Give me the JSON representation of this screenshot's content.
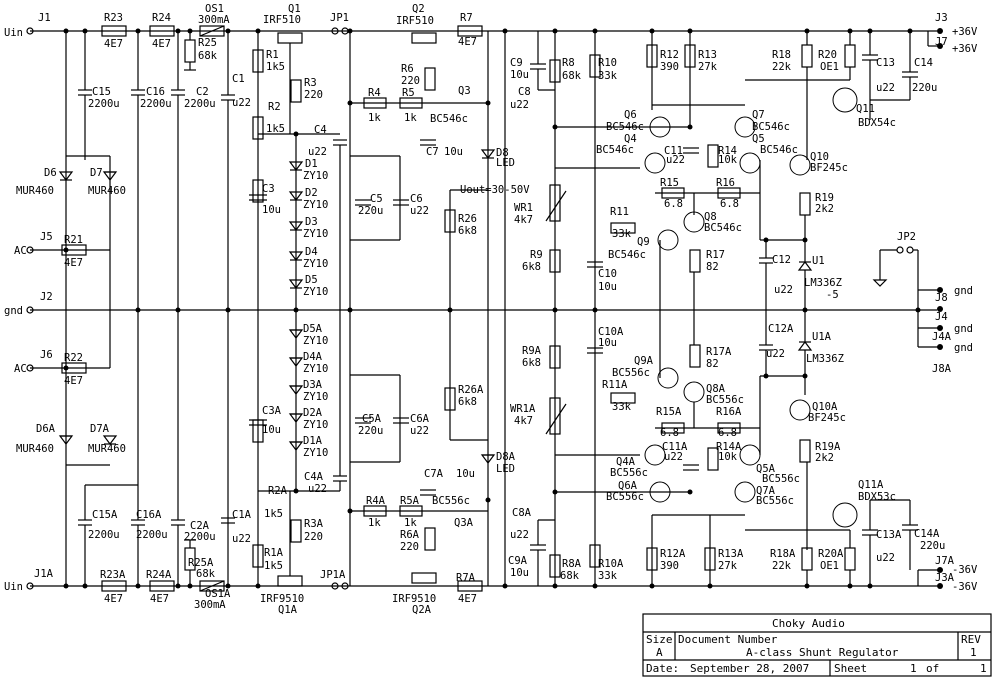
{
  "title_block": {
    "company": "Choky Audio",
    "size_label": "Size",
    "size_value": "A",
    "docnum_label": "Document Number",
    "doc_title": "A-class Shunt Regulator",
    "rev_label": "REV",
    "rev_value": "1",
    "date_label": "Date:",
    "date_value": "September 28, 2007",
    "sheet_label": "Sheet",
    "sheet_value": "1",
    "of_label": "of",
    "of_value": "1"
  },
  "connectors": {
    "j1": "J1",
    "uin_top": "Uin",
    "j1a": "J1A",
    "uin_bot": "Uin",
    "j5": "J5",
    "ac1": "AC",
    "j2": "J2",
    "gnd_left": "gnd",
    "j6": "J6",
    "ac2": "AC",
    "j3": "J3",
    "plus36a": "+36V",
    "j7": "J7",
    "plus36b": "+36V",
    "jp2": "JP2",
    "j8": "J8",
    "gnd_r1": "gnd",
    "j4": "J4",
    "gnd_r2": "gnd",
    "j4a": "J4A",
    "gnd_r3": "gnd",
    "j8a": "J8A",
    "j7a": "J7A",
    "minus36a": "-36V",
    "j3a": "J3A",
    "minus36b": "-36V",
    "jp1": "JP1",
    "jp1a": "JP1A",
    "uout": "Uout=30-50V"
  },
  "components": {
    "r23": "R23",
    "r23v": "4E7",
    "r24": "R24",
    "r24v": "4E7",
    "os1": "OS1",
    "os1v": "300mA",
    "r25": "R25",
    "r25v": "68k",
    "c15": "C15",
    "c15v": "2200u",
    "c16": "C16",
    "c16v": "2200u",
    "c2": "C2",
    "c2v": "2200u",
    "c1": "C1",
    "c1v": "u22",
    "d6": "D6",
    "d6v": "MUR460",
    "d7": "D7",
    "d7v": "MUR460",
    "r21": "R21",
    "r21v": "4E7",
    "r22": "R22",
    "r22v": "4E7",
    "d6a": "D6A",
    "d6av": "MUR460",
    "d7a": "D7A",
    "d7av": "MUR460",
    "c15a": "C15A",
    "c15av": "2200u",
    "c16a": "C16A",
    "c16av": "2200u",
    "c2a": "C2A",
    "c2av": "2200u",
    "c1a": "C1A",
    "c1av": "u22",
    "r25a": "R25A",
    "r25av": "68k",
    "r23a": "R23A",
    "r23av": "4E7",
    "r24a": "R24A",
    "r24av": "4E7",
    "os1a": "OS1A",
    "os1av": "300mA",
    "q1": "Q1",
    "q1v": "IRF510",
    "r1": "R1",
    "r1v": "1k5",
    "r2": "R2",
    "r2v": "1k5",
    "r3": "R3",
    "r3v": "220",
    "c3": "C3",
    "c3v": "10u",
    "c4": "C4",
    "c4v": "u22",
    "d1": "D1",
    "d2": "D2",
    "d3": "D3",
    "d4": "D4",
    "d5": "D5",
    "zy": "ZY10",
    "d5a": "D5A",
    "d4a": "D4A",
    "d3a": "D3A",
    "d2a": "D2A",
    "d1a": "D1A",
    "c3a": "C3A",
    "c3av": "10u",
    "c4a": "C4A",
    "c4av": "u22",
    "r2a": "R2A",
    "r2av": "1k5",
    "r3a": "R3A",
    "r3av": "220",
    "r1a": "R1A",
    "r1av": "1k5",
    "q1a": "Q1A",
    "q1av": "IRF9510",
    "q2": "Q2",
    "q2v": "IRF510",
    "r7": "R7",
    "r7v": "4E7",
    "r6": "R6",
    "r6v": "220",
    "q3": "Q3",
    "q3v": "BC546c",
    "r4": "R4",
    "r4v": "1k",
    "r5": "R5",
    "r5v": "1k",
    "c7": "C7",
    "c7v": "10u",
    "d8": "D8",
    "d8v": "LED",
    "c5": "C5",
    "c5v": "220u",
    "c6": "C6",
    "c6v": "u22",
    "r26": "R26",
    "r26v": "6k8",
    "r26a": "R26A",
    "r26av": "6k8",
    "c5a": "C5A",
    "c5av": "220u",
    "c6a": "C6A",
    "c6av": "u22",
    "d8a": "D8A",
    "d8av": "LED",
    "c7a": "C7A",
    "c7av": "10u",
    "r4a": "R4A",
    "r4av": "1k",
    "r5a": "R5A",
    "r5av": "1k",
    "q3a": "Q3A",
    "q3av": "BC556c",
    "r6a": "R6A",
    "r6av": "220",
    "q2a": "Q2A",
    "q2av": "IRF9510",
    "r7a": "R7A",
    "r7av": "4E7",
    "c9": "C9",
    "c9v": "10u",
    "c8": "C8",
    "c8v": "u22",
    "r8": "R8",
    "r8v": "68k",
    "r10": "R10",
    "r10v": "33k",
    "wr1": "WR1",
    "wr1v": "4k7",
    "r9": "R9",
    "r9v": "6k8",
    "c10": "C10",
    "c10v": "10u",
    "c10a": "C10A",
    "c10av": "10u",
    "r9a": "R9A",
    "r9av": "6k8",
    "wr1a": "WR1A",
    "wr1av": "4k7",
    "c8a": "C8A",
    "c8av": "u22",
    "c9a": "C9A",
    "c9av": "10u",
    "r8a": "R8A",
    "r8av": "68k",
    "r10a": "R10A",
    "r10av": "33k",
    "r12": "R12",
    "r12v": "390",
    "r13": "R13",
    "r13v": "27k",
    "r18": "R18",
    "r18v": "22k",
    "r20": "R20",
    "r20v": "OE1",
    "c13": "C13",
    "c13v": "u22",
    "c14": "C14",
    "c14v": "220u",
    "q6": "Q6",
    "q6v": "BC546c",
    "q4": "Q4",
    "q4v": "BC546c",
    "q7": "Q7",
    "q7v": "BC546c",
    "q5": "Q5",
    "q5v": "BC546c",
    "q11": "Q11",
    "q11v": "BDX54c",
    "c11": "C11",
    "c11v": "u22",
    "r14": "R14",
    "r14v": "10k",
    "r15": "R15",
    "r15v": "6.8",
    "r16": "R16",
    "r16v": "6.8",
    "q10": "Q10",
    "q10v": "BF245c",
    "r19": "R19",
    "r19v": "2k2",
    "r11": "R11",
    "r11v": "33k",
    "q8": "Q8",
    "q8v": "BC546c",
    "q9": "Q9",
    "q9v": "BC546c",
    "r17": "R17",
    "r17v": "82",
    "c12": "C12",
    "c12v": "u22",
    "u1": "U1",
    "u1v": "LM336Z",
    "u1n": "-5",
    "u1a": "U1A",
    "u1av": "LM336Z",
    "c12a": "C12A",
    "c12av": "u22",
    "q9a": "Q9A",
    "q9av": "BC556c",
    "r17a": "R17A",
    "r17av": "82",
    "r11a": "R11A",
    "r11av": "33k",
    "q8a": "Q8A",
    "q8av": "BC556c",
    "q10a": "Q10A",
    "q10av": "BF245c",
    "r15a": "R15A",
    "r15av": "6.8",
    "r16a": "R16A",
    "r16av": "6.8",
    "c11a": "C11A",
    "c11av": "u22",
    "r14a": "R14A",
    "r14av": "10k",
    "r19a": "R19A",
    "r19av": "2k2",
    "q4a": "Q4A",
    "q4av": "BC556c",
    "q6a": "Q6A",
    "q6av": "BC556c",
    "q5a": "Q5A",
    "q5av": "BC556c",
    "q7a": "Q7A",
    "q7av": "BC556c",
    "q11a": "Q11A",
    "q11av": "BDX53c",
    "c13a": "C13A",
    "c13av": "u22",
    "c14a": "C14A",
    "c14av": "220u",
    "r12a": "R12A",
    "r12av": "390",
    "r13a": "R13A",
    "r13av": "27k",
    "r18a": "R18A",
    "r18av": "22k",
    "r20a": "R20A",
    "r20av": "OE1"
  }
}
